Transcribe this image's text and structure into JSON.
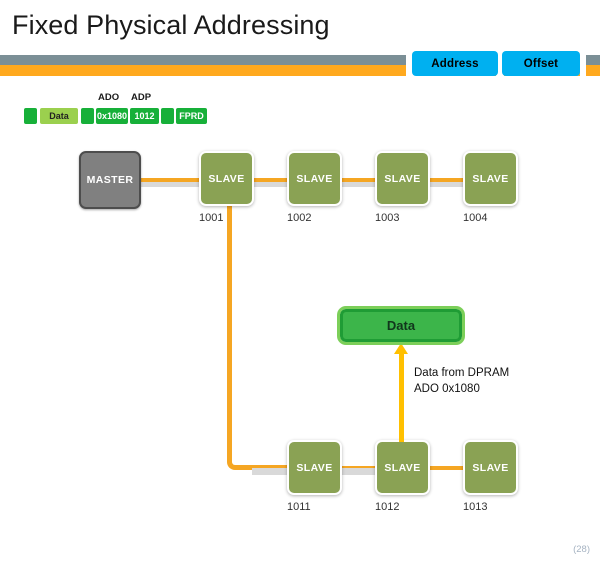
{
  "slide": {
    "title": "Fixed Physical Addressing",
    "page_number": "(28)"
  },
  "header": {
    "buttons": [
      {
        "label": "Address"
      },
      {
        "label": "Offset"
      }
    ],
    "band_gray_color": "#7b8f96",
    "band_orange_color": "#ffa91e",
    "button_color": "#00b0f0"
  },
  "frame": {
    "field_labels": [
      {
        "label": "ADO"
      },
      {
        "label": "ADP"
      }
    ],
    "cells": [
      {
        "label": "",
        "kind": "sep"
      },
      {
        "label": "Data",
        "kind": "light"
      },
      {
        "label": "",
        "kind": "sep"
      },
      {
        "label": "0x1080",
        "kind": "dark"
      },
      {
        "label": "1012",
        "kind": "dark"
      },
      {
        "label": "",
        "kind": "sep"
      },
      {
        "label": "FPRD",
        "kind": "dark"
      }
    ]
  },
  "network": {
    "master": {
      "label": "MASTER"
    },
    "top_row": [
      {
        "label": "SLAVE",
        "id": "1001"
      },
      {
        "label": "SLAVE",
        "id": "1002"
      },
      {
        "label": "SLAVE",
        "id": "1003"
      },
      {
        "label": "SLAVE",
        "id": "1004"
      }
    ],
    "bottom_row": [
      {
        "label": "SLAVE",
        "id": "1011"
      },
      {
        "label": "SLAVE",
        "id": "1012"
      },
      {
        "label": "SLAVE",
        "id": "1013"
      }
    ],
    "slave_color": "#8aa254",
    "master_color": "#808080",
    "link_color": "#f5a623"
  },
  "callout": {
    "data_label": "Data",
    "annotation_line1": "Data from DPRAM",
    "annotation_line2": "ADO 0x1080",
    "data_color": "#3cb54a",
    "arrow_color": "#ffc000"
  }
}
